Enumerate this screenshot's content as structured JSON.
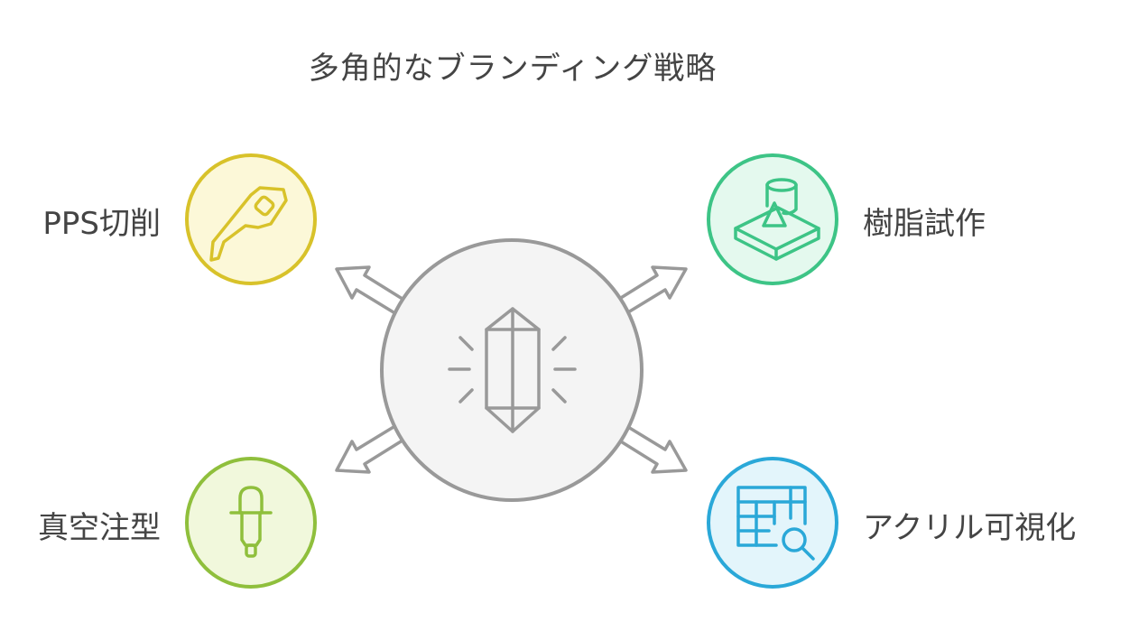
{
  "title": "多角的なブランディング戦略",
  "center": {
    "icon": "crystal-icon"
  },
  "nodes": [
    {
      "id": "tl",
      "label": "PPS切削",
      "icon": "cutter-knife-icon",
      "stroke": "#d8c22a",
      "fill": "#fcf8d8"
    },
    {
      "id": "tr",
      "label": "樹脂試作",
      "icon": "resin-prototype-icon",
      "stroke": "#3dc486",
      "fill": "#e4f9ee"
    },
    {
      "id": "bl",
      "label": "真空注型",
      "icon": "vacuum-casting-icon",
      "stroke": "#8fbf3c",
      "fill": "#f1f8dc"
    },
    {
      "id": "br",
      "label": "アクリル可視化",
      "icon": "visualization-table-icon",
      "stroke": "#2aa8d8",
      "fill": "#e3f5fb"
    }
  ],
  "colors": {
    "center_stroke": "#999999",
    "center_fill": "#f4f4f4",
    "arrow": "#999999",
    "text": "#444444"
  }
}
